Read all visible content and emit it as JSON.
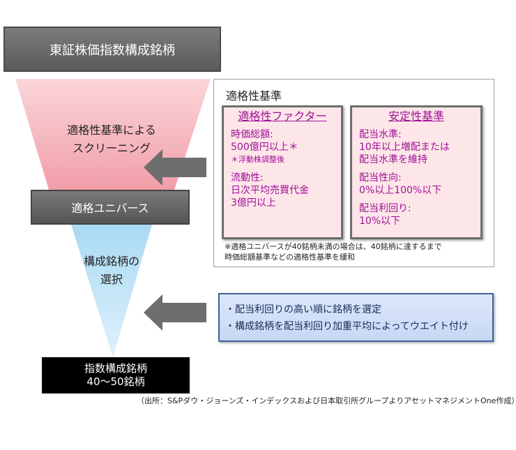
{
  "funnel": {
    "top_label": "東証株価指数構成銘柄",
    "screen_line1": "適格性基準による",
    "screen_line2": "スクリーニング",
    "universe_label": "適格ユニバース",
    "select_line1": "構成銘柄の",
    "select_line2": "選択",
    "bottom_line1": "指数構成銘柄",
    "bottom_line2": "40〜50銘柄"
  },
  "criteria": {
    "title": "適格性基準",
    "factor": {
      "heading": "適格性ファクター",
      "market_cap_label": "時価総額:",
      "market_cap_value": "500億円以上＊",
      "market_cap_note": "＊浮動株調整後",
      "liquidity_label": "流動性:",
      "liquidity_value1": "日次平均売買代金",
      "liquidity_value2": "3億円以上"
    },
    "stability": {
      "heading": "安定性基準",
      "dividend_level_label": "配当水準:",
      "dividend_level_value1": "10年以上増配または",
      "dividend_level_value2": "配当水準を維持",
      "payout_label": "配当性向:",
      "payout_value": "0%以上100%以下",
      "yield_label": "配当利回り:",
      "yield_value": "10%以下"
    },
    "note_line1": "※適格ユニバースが40銘柄未満の場合は、40銘柄に達するまで",
    "note_line2": "時価総額基準などの適格性基準を緩和"
  },
  "selection": {
    "line1": "・配当利回りの高い順に銘柄を選定",
    "line2": "・構成銘柄を配当利回り加重平均によってウエイト付け"
  },
  "source": "（出所：S&Pダウ・ジョーンズ・インデックスおよび日本取引所グループよりアセットマネジメントOne作成）",
  "colors": {
    "gray_bar": "#6a6a6a",
    "pink": "#f4b7be",
    "light_blue": "#b9e2f7",
    "magenta_text": "#a0109a",
    "blue_box": "#c7d8f4"
  }
}
